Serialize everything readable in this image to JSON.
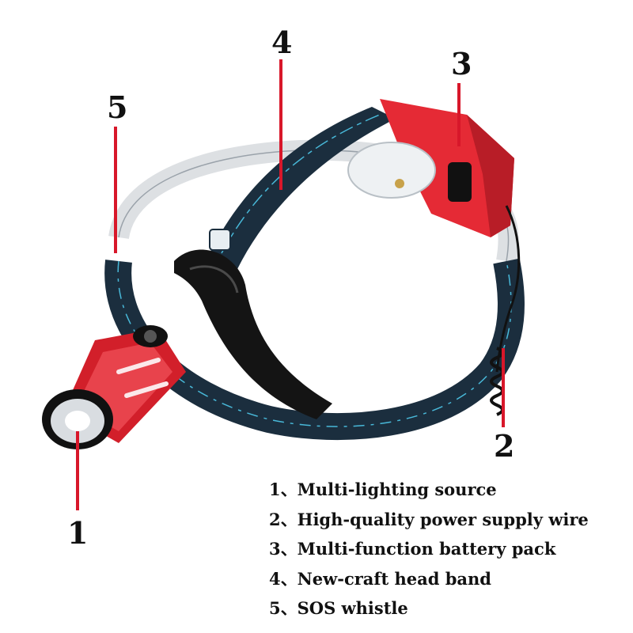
{
  "callouts": {
    "c1": "1",
    "c2": "2",
    "c3": "3",
    "c4": "4",
    "c5": "5"
  },
  "legend": [
    "1、Multi-lighting source",
    "2、High-quality power supply wire",
    "3、Multi-function battery pack",
    "4、New-craft head band",
    "5、SOS whistle"
  ],
  "colors": {
    "leader_line": "#d8172a",
    "battery_red": "#e52a35",
    "lamp_red": "#d21f2a",
    "band_dark": "#1b2e3e",
    "band_pattern": "#48b8d8"
  }
}
